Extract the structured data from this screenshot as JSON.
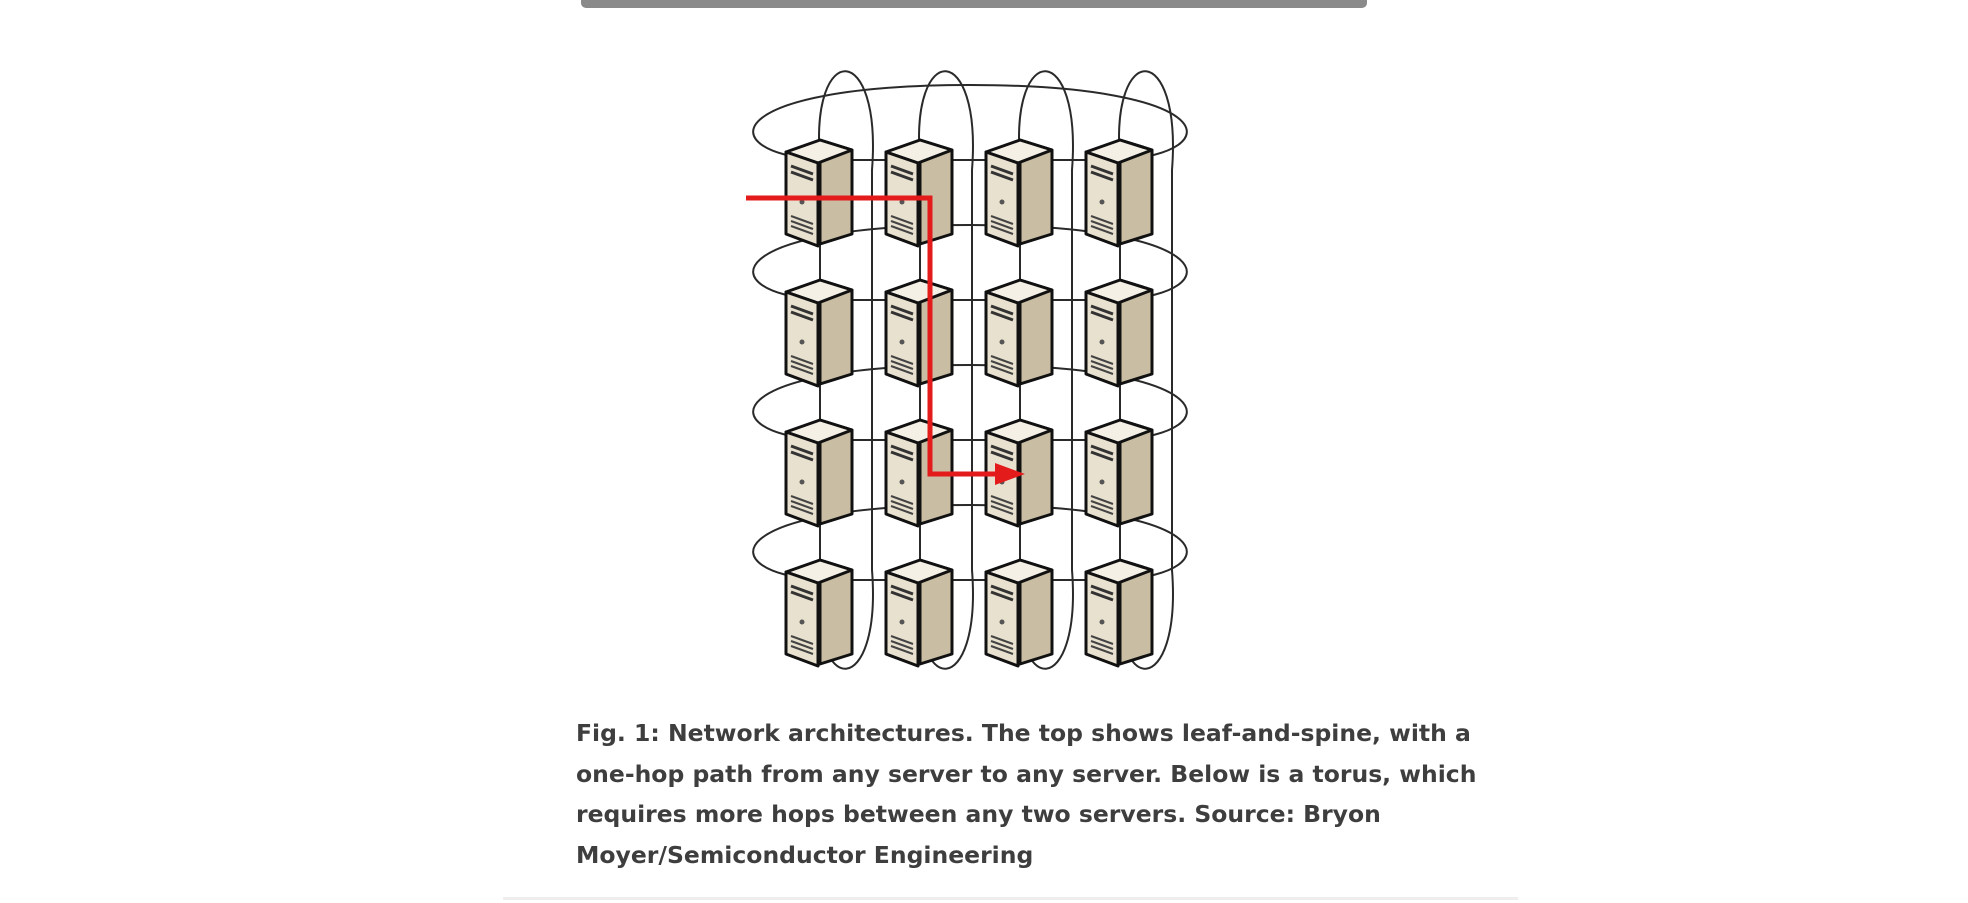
{
  "figure": {
    "grid_rows": 4,
    "grid_cols": 4,
    "node_icon": "server-tower-icon",
    "path_color": "#e31b1b",
    "path": {
      "entry": "left-edge-row-1",
      "hops": [
        [
          1,
          2
        ],
        [
          3,
          2
        ],
        [
          3,
          3
        ]
      ]
    }
  },
  "caption": {
    "text": "Fig. 1: Network architectures. The top shows leaf-and-spine, with a one-hop path from any server to any server. Below is a torus, which requires more hops between any two servers. Source: Bryon Moyer/Semiconductor Engineering"
  },
  "colors": {
    "caption_text": "#3e3e3e",
    "server_body": "#e9e1cf",
    "link_line": "#2a2a2a"
  }
}
